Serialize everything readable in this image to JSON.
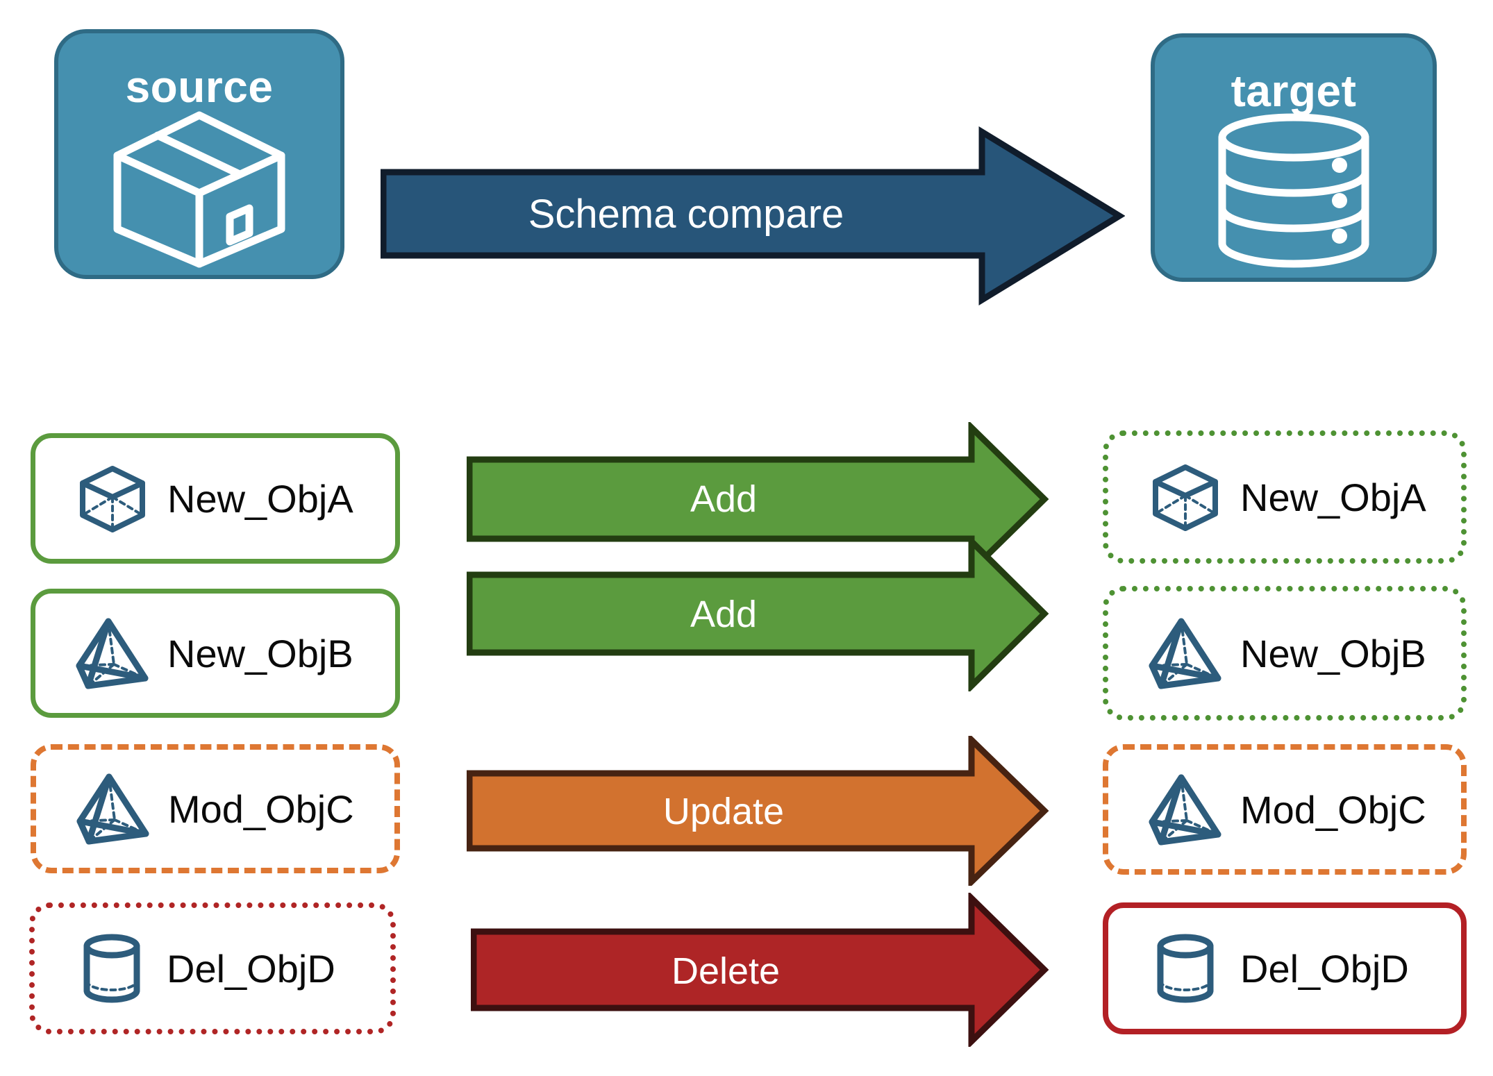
{
  "diagram": {
    "title": "Schema compare",
    "endpoints": [
      {
        "id": "source",
        "label": "source",
        "icon": "package-box-icon"
      },
      {
        "id": "target",
        "label": "target",
        "icon": "database-cylinder-icon"
      }
    ],
    "main_arrow": {
      "label": "Schema compare",
      "fill": "#275579",
      "stroke": "#101C2B"
    },
    "rows": [
      {
        "action": "Add",
        "arrow_fill": "#5B9B3E",
        "arrow_stroke": "#233D11",
        "source": {
          "label": "New_ObjA",
          "icon": "wireframe-cube-icon",
          "border_style": "solid",
          "border_color": "#5B9B3E"
        },
        "target": {
          "label": "New_ObjA",
          "icon": "wireframe-cube-icon",
          "border_style": "dotted",
          "border_color": "#4E9233"
        }
      },
      {
        "action": "Add",
        "arrow_fill": "#5B9B3E",
        "arrow_stroke": "#233D11",
        "source": {
          "label": "New_ObjB",
          "icon": "wireframe-pyramid-icon",
          "border_style": "solid",
          "border_color": "#5B9B3E"
        },
        "target": {
          "label": "New_ObjB",
          "icon": "wireframe-pyramid-icon",
          "border_style": "dotted",
          "border_color": "#4E9233"
        }
      },
      {
        "action": "Update",
        "arrow_fill": "#D2722F",
        "arrow_stroke": "#472312",
        "source": {
          "label": "Mod_ObjC",
          "icon": "wireframe-pyramid-icon",
          "border_style": "dashed",
          "border_color": "#DE7732"
        },
        "target": {
          "label": "Mod_ObjC",
          "icon": "wireframe-pyramid-icon",
          "border_style": "dashed",
          "border_color": "#DE7732"
        }
      },
      {
        "action": "Delete",
        "arrow_fill": "#AE2526",
        "arrow_stroke": "#3D1010",
        "source": {
          "label": "Del_ObjD",
          "icon": "wireframe-cylinder-icon",
          "border_style": "dotted",
          "border_color": "#B02525"
        },
        "target": {
          "label": "Del_ObjD",
          "icon": "wireframe-cylinder-icon",
          "border_style": "solid",
          "border_color": "#B32025"
        }
      }
    ],
    "colors": {
      "card_fill": "#4590AF",
      "card_stroke": "#2F6B85",
      "object_icon": "#2D5C7C",
      "text": "#0a0a0a",
      "arrow_text": "#ffffff"
    }
  }
}
